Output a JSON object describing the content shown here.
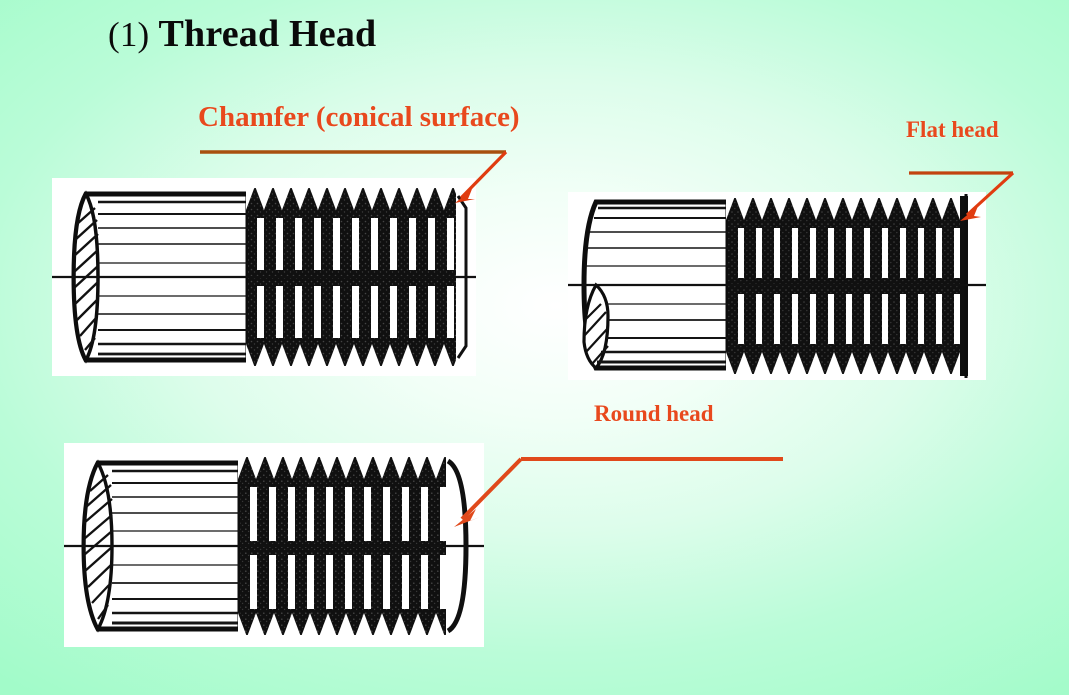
{
  "slide": {
    "title_number": "(1)",
    "title_text": "Thread Head",
    "background_color": "#9ffbc6",
    "accent_color": "#e8491d",
    "leader_color": "#e04a18",
    "chamfer_leader_color": "#a8500f"
  },
  "labels": {
    "chamfer": "Chamfer (conical surface)",
    "flat_head": "Flat head",
    "round_head": "Round head"
  },
  "figures": [
    {
      "name": "chamfered-thread-rod",
      "end_type": "chamfer",
      "caption_ref": "Chamfer (conical surface)",
      "shank_style": "broken-hatched-section",
      "thread_profile": "V-thread",
      "thread_count": 11
    },
    {
      "name": "flat-head-thread-rod",
      "end_type": "flat",
      "caption_ref": "Flat head",
      "shank_style": "broken-hatched-section",
      "thread_profile": "V-thread",
      "thread_count": 12
    },
    {
      "name": "round-head-thread-rod",
      "end_type": "round",
      "caption_ref": "Round head",
      "shank_style": "broken-hatched-section",
      "thread_profile": "V-thread",
      "thread_count": 11
    }
  ]
}
